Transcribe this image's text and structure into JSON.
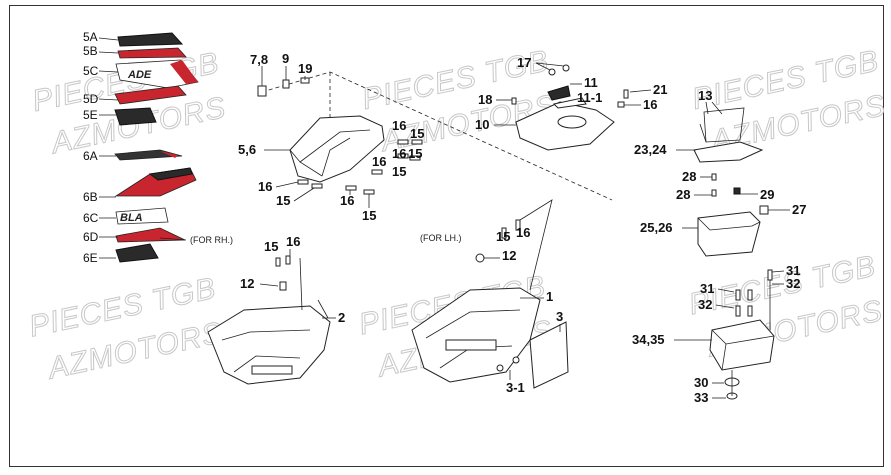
{
  "watermark": {
    "line1": "PIECES TGB",
    "line2": "AZMOTORS"
  },
  "notes": {
    "for_rh": "(FOR RH.)",
    "for_lh": "(FOR LH.)"
  },
  "decal_labels": [
    "5A",
    "5B",
    "5C",
    "5D",
    "5E",
    "6A",
    "6B",
    "6C",
    "6D",
    "6E"
  ],
  "fender_labels": [
    "7,8",
    "9",
    "19",
    "5,6",
    "16",
    "15",
    "16",
    "15",
    "16",
    "15",
    "16",
    "15",
    "16",
    "15"
  ],
  "cover_labels": [
    "17",
    "11",
    "11-1",
    "18",
    "10",
    "21",
    "16"
  ],
  "rh_labels": [
    "15",
    "16",
    "12",
    "2"
  ],
  "lh_labels": [
    "15",
    "16",
    "12",
    "1",
    "3",
    "3-1"
  ],
  "box_labels": [
    "13",
    "23,24",
    "28",
    "28",
    "29",
    "27",
    "25,26"
  ],
  "bracket_labels": [
    "31",
    "31",
    "32",
    "32",
    "34,35",
    "30",
    "33"
  ],
  "colors": {
    "accent_red": "#c8252f",
    "line": "#222222",
    "watermark": "#c8c8c8"
  }
}
